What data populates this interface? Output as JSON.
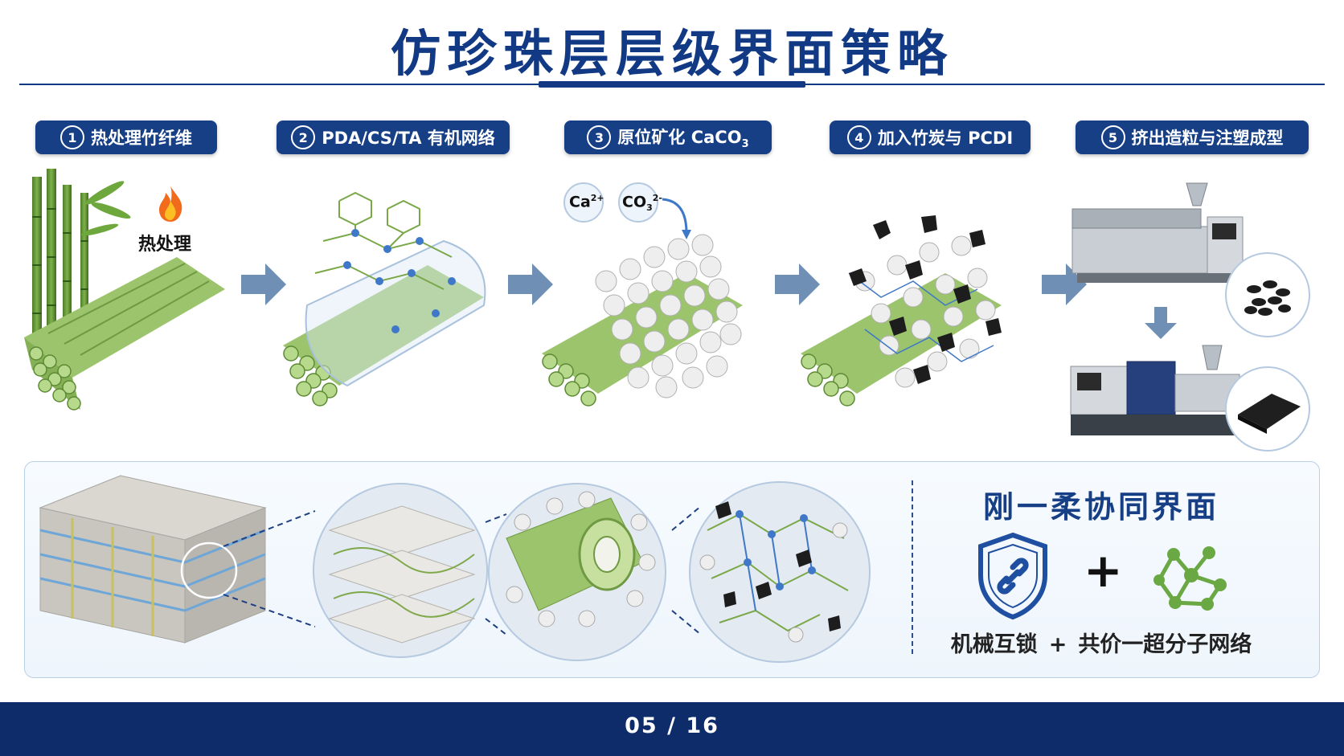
{
  "title": "仿珍珠层层级界面策略",
  "steps": [
    {
      "num": "1",
      "label": "热处理竹纤维"
    },
    {
      "num": "2",
      "label": "PDA/CS/TA 有机网络"
    },
    {
      "num": "3",
      "label": "原位矿化 CaCO",
      "sub": "3"
    },
    {
      "num": "4",
      "label": "加入竹炭与 PCDI"
    },
    {
      "num": "5",
      "label": "挤出造粒与注塑成型"
    }
  ],
  "stage1": {
    "heat_label": "热处理"
  },
  "stage3": {
    "ion_ca": "Ca",
    "ion_ca_charge": "2+",
    "ion_co3": "CO",
    "ion_co3_sub": "3",
    "ion_co3_charge": "2-"
  },
  "synergy": {
    "title": "刚一柔协同界面",
    "plus": "+",
    "caption_left": "机械互锁",
    "caption_plus": "+",
    "caption_right": "共价一超分子网络"
  },
  "page": {
    "current": "05",
    "separator": "/",
    "total": "16"
  },
  "colors": {
    "primary": "#163f86",
    "fiber": "#8cb65f",
    "network": "#3f78c8",
    "charcoal": "#1d1d1d"
  },
  "icons": [
    "flame-icon",
    "arrow-right-icon",
    "arrow-down-icon",
    "shield-link-icon",
    "molecule-network-icon"
  ]
}
